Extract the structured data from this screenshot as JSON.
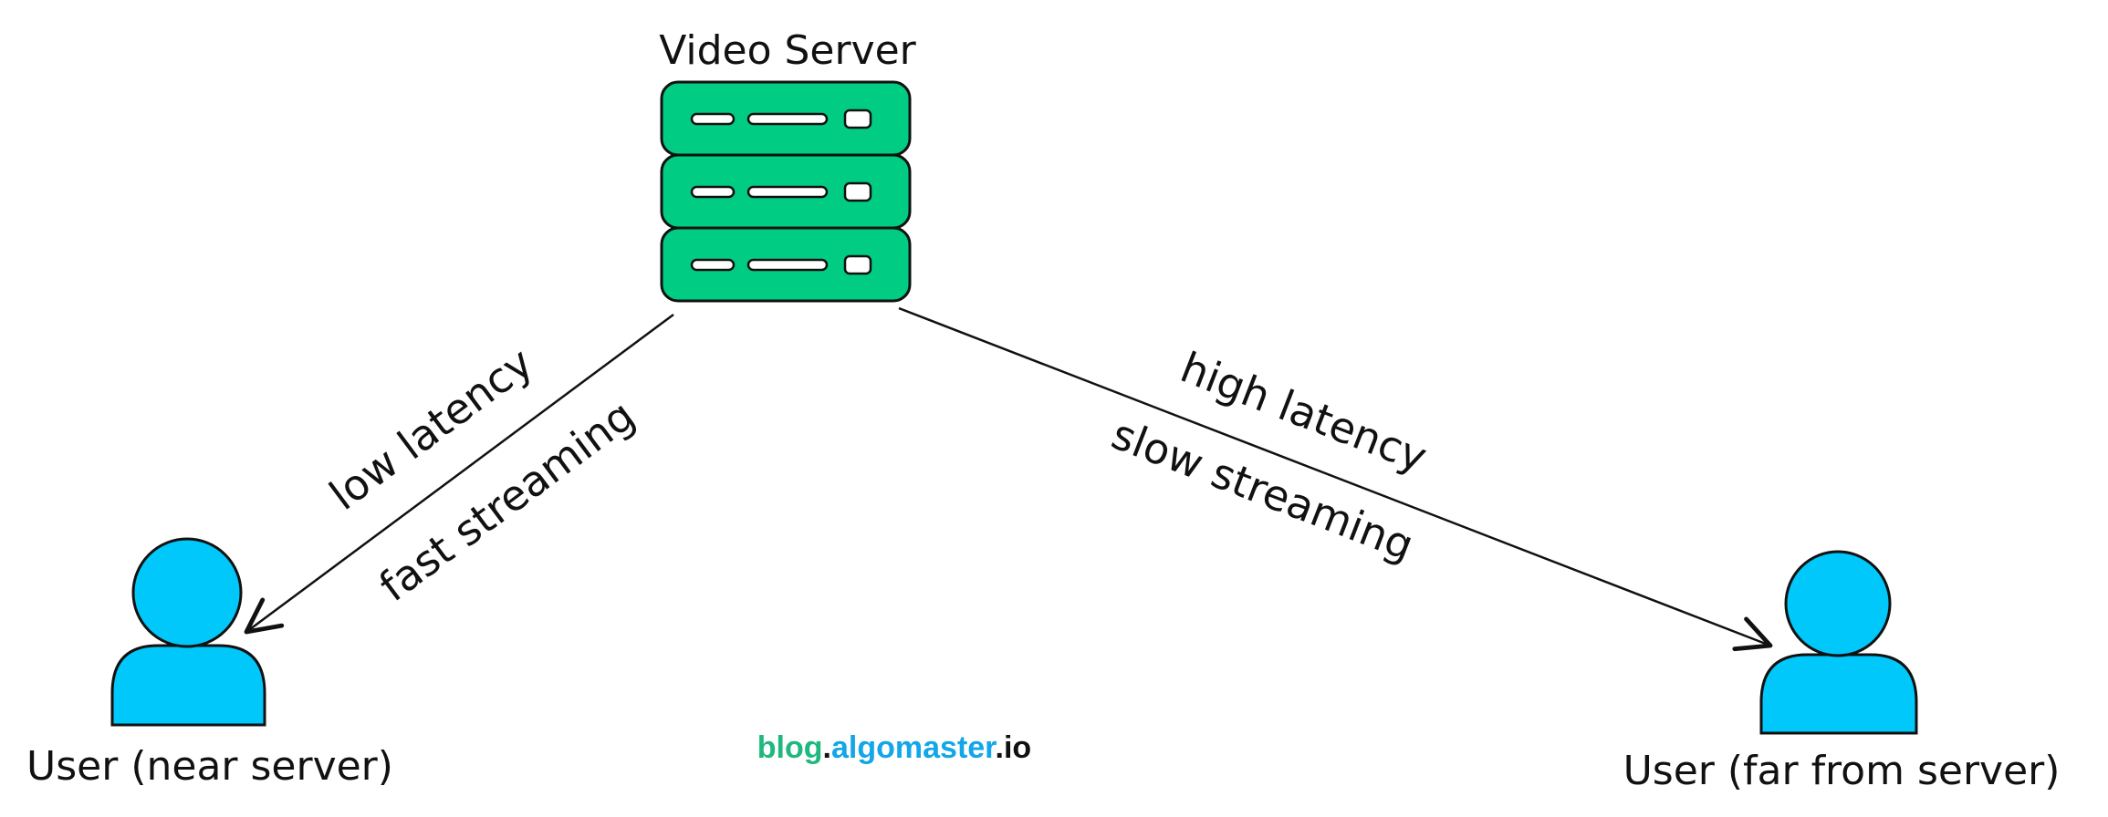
{
  "title": "Video Server",
  "nodes": {
    "server": {
      "label": "Video Server",
      "icon": "server-icon"
    },
    "user_near": {
      "label": "User (near server)",
      "icon": "user-icon"
    },
    "user_far": {
      "label": "User (far from server)",
      "icon": "user-icon"
    }
  },
  "edges": {
    "near": {
      "line1": "low latency",
      "line2": "fast streaming"
    },
    "far": {
      "line1": "high latency",
      "line2": "slow streaming"
    }
  },
  "brand": {
    "part1": "blog",
    "dot1": ".",
    "part2": "algomaster",
    "dot2": ".",
    "part3": "io"
  },
  "colors": {
    "server_fill": "#00CC83",
    "user_fill": "#00C8FA",
    "outline": "#111111",
    "brand_green": "#1FB87E",
    "brand_blue": "#13A6E8",
    "brand_dark": "#111111"
  }
}
